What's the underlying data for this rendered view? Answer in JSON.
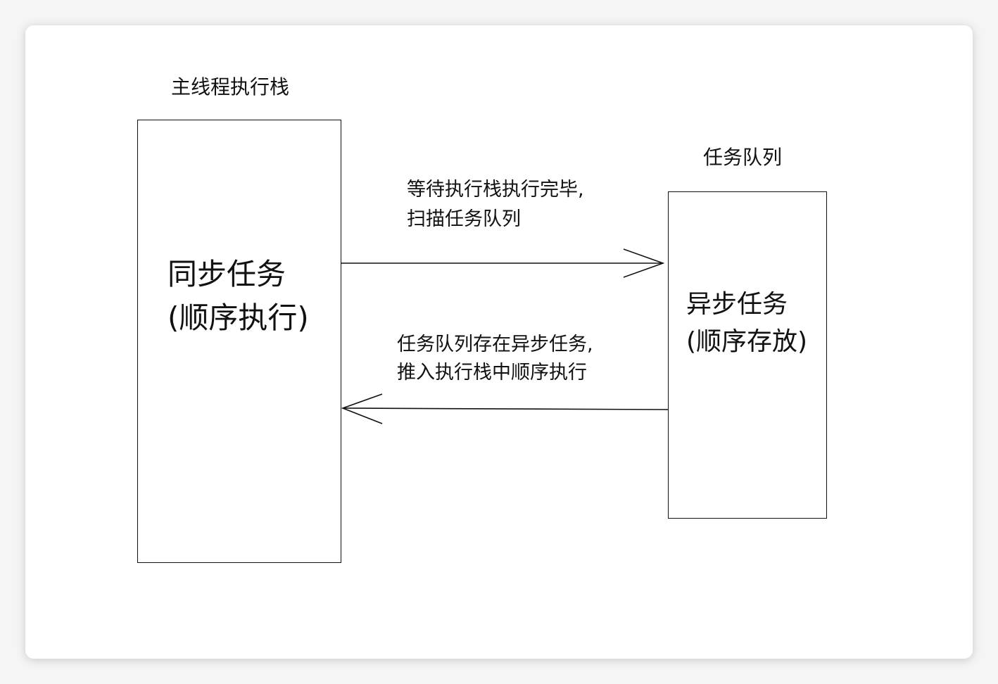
{
  "main_stack": {
    "title": "主线程执行栈",
    "box_line1": "同步任务",
    "box_line2": "(顺序执行)"
  },
  "task_queue": {
    "title": "任务队列",
    "box_line1": "异步任务",
    "box_line2": "(顺序存放)"
  },
  "arrow_to_queue": {
    "line1": "等待执行栈执行完毕,",
    "line2": "扫描任务队列"
  },
  "arrow_to_stack": {
    "line1": "任务队列存在异步任务,",
    "line2": "推入执行栈中顺序执行"
  }
}
